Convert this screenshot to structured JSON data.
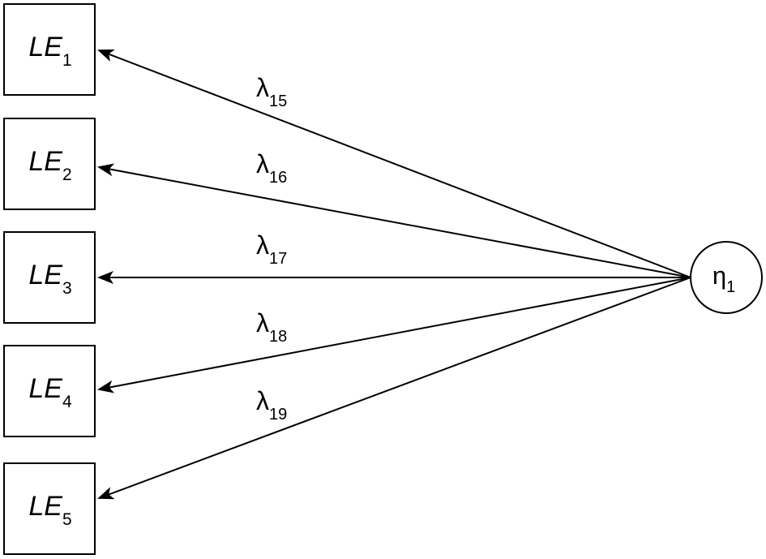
{
  "indicators": [
    {
      "main": "LE",
      "sub": "1"
    },
    {
      "main": "LE",
      "sub": "2"
    },
    {
      "main": "LE",
      "sub": "3"
    },
    {
      "main": "LE",
      "sub": "4"
    },
    {
      "main": "LE",
      "sub": "5"
    }
  ],
  "latent": {
    "main": "η",
    "sub": "1"
  },
  "loadings": [
    {
      "main": "λ",
      "sub": "15"
    },
    {
      "main": "λ",
      "sub": "16"
    },
    {
      "main": "λ",
      "sub": "17"
    },
    {
      "main": "λ",
      "sub": "18"
    },
    {
      "main": "λ",
      "sub": "19"
    }
  ],
  "colors": {
    "stroke": "#000000",
    "background": "#ffffff"
  }
}
